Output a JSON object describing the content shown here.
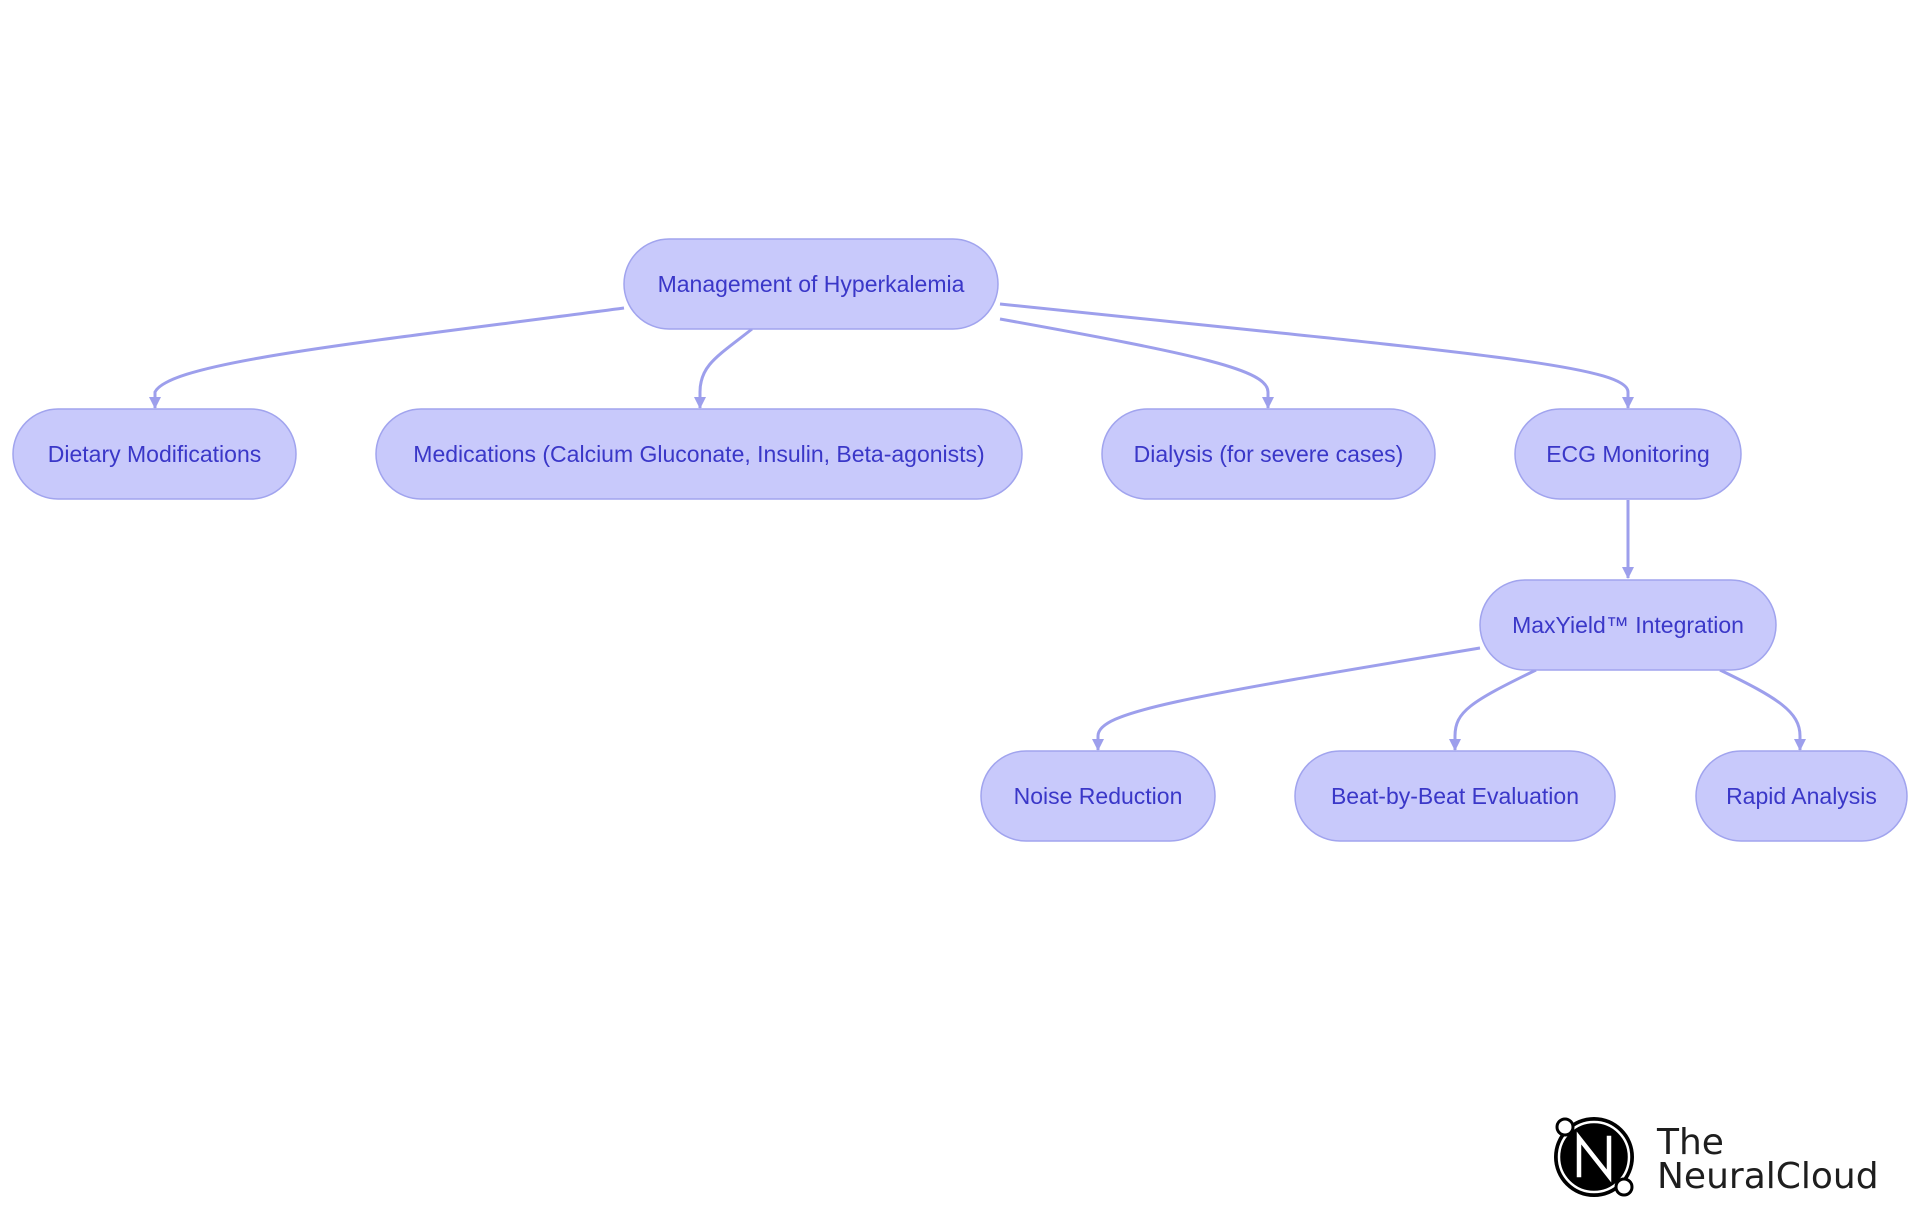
{
  "colors": {
    "node_fill": "#c8c9fb",
    "node_stroke": "#a1a4ee",
    "node_text": "#3a37c8",
    "edge": "#9d9fec"
  },
  "nodes": {
    "root": {
      "label": "Management of Hyperkalemia"
    },
    "dietary": {
      "label": "Dietary Modifications"
    },
    "medications": {
      "label": "Medications (Calcium Gluconate, Insulin, Beta-agonists)"
    },
    "dialysis": {
      "label": "Dialysis (for severe cases)"
    },
    "ecg": {
      "label": "ECG Monitoring"
    },
    "maxyield": {
      "label": "MaxYield™ Integration"
    },
    "noise": {
      "label": "Noise Reduction"
    },
    "beat": {
      "label": "Beat-by-Beat Evaluation"
    },
    "rapid": {
      "label": "Rapid Analysis"
    }
  },
  "edges": [
    {
      "from": "root",
      "to": "dietary"
    },
    {
      "from": "root",
      "to": "medications"
    },
    {
      "from": "root",
      "to": "dialysis"
    },
    {
      "from": "root",
      "to": "ecg"
    },
    {
      "from": "ecg",
      "to": "maxyield"
    },
    {
      "from": "maxyield",
      "to": "noise"
    },
    {
      "from": "maxyield",
      "to": "beat"
    },
    {
      "from": "maxyield",
      "to": "rapid"
    }
  ],
  "logo": {
    "icon": "neural-cloud-n-logo-icon",
    "line1": "The",
    "line2": "NeuralCloud"
  }
}
